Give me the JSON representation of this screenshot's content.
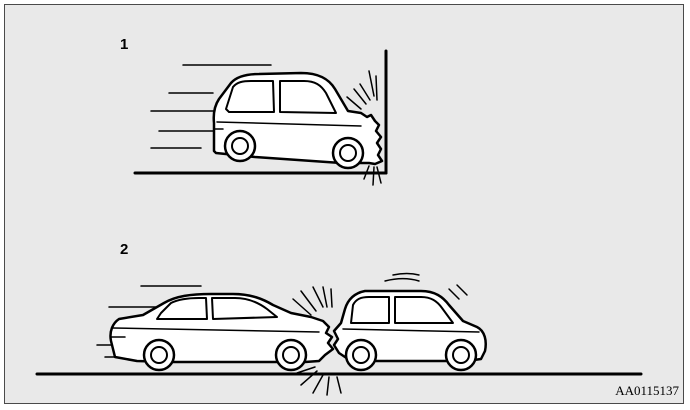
{
  "figure": {
    "scene_1": {
      "number": "1"
    },
    "scene_2": {
      "number": "2"
    },
    "code": "AA0115137"
  },
  "colors": {
    "background": "#e9e9e9",
    "line": "#000000",
    "car_fill": "#ffffff",
    "border": "#4a4a4a"
  },
  "icons": {
    "scene_1": [
      "car-hitting-wall-icon",
      "wall-icon",
      "impact-burst-icon",
      "motion-lines-icon"
    ],
    "scene_2": [
      "sedan-car-icon",
      "hatchback-car-icon",
      "impact-burst-icon",
      "motion-lines-icon"
    ]
  }
}
